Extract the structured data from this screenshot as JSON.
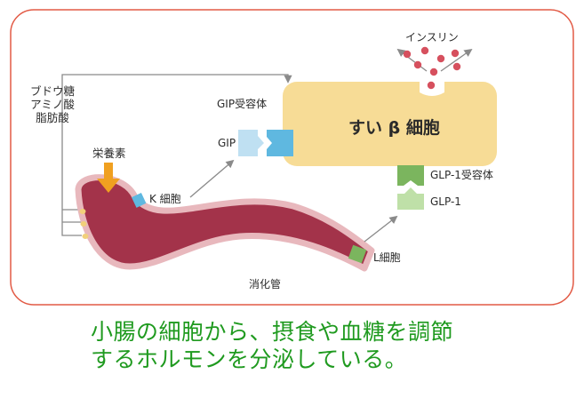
{
  "diagram": {
    "nutrients": [
      "ブドウ糖",
      "アミノ酸",
      "脂肪酸"
    ],
    "eiyouso": "栄養素",
    "k_cell": "K 細胞",
    "l_cell": "L細胞",
    "gut": "消化管",
    "gip": "GIP",
    "gip_receptor": "GIP受容体",
    "beta_cell": "すい β 細胞",
    "glp1_receptor": "GLP-1受容体",
    "glp1": "GLP-1",
    "insulin": "インスリン"
  },
  "caption": {
    "line1": "小腸の細胞から、摂食や血糖を調節",
    "line2": "するホルモンを分泌している。"
  },
  "colors": {
    "frame": "#e25a45",
    "gut": "#a3334a",
    "gut_edge": "#e8b8bd",
    "beta_cell": "#f7dc96",
    "gip_blue": "#5fb8e0",
    "glp_green": "#7bb55e",
    "insulin_red": "#d6505e",
    "arrow_gray": "#8a8a8a",
    "nutrient_arrow": "#f0a020",
    "caption": "#1f9a1f"
  }
}
